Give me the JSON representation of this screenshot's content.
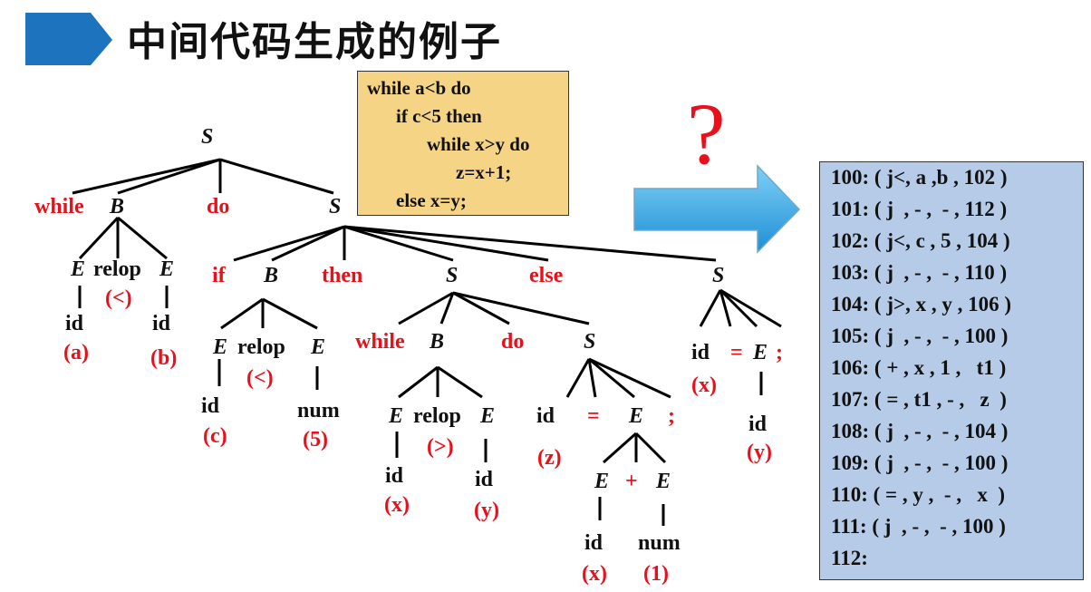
{
  "title": "中间代码生成的例子",
  "code": [
    "while a<b do",
    "if c<5 then",
    "while x>y do",
    "z=x+1;",
    "else x=y;"
  ],
  "question_mark": "?",
  "quadruples": [
    "100: ( j<, a ,b , 102 )",
    "101: ( j  , - ,  - , 112 )",
    "102: ( j<, c , 5 , 104 )",
    "103: ( j  , - ,  - , 110 )",
    "104: ( j>, x , y , 106 )",
    "105: ( j  , - ,  - , 100 )",
    "106: ( + , x , 1 ,   t1 )",
    "107: ( = , t1 , - ,   z  )",
    "108: ( j  , - ,  - , 104 )",
    "109: ( j  , - ,  - , 100 )",
    "110: ( = , y ,  - ,   x  )",
    "111: ( j  , - ,  - , 100 )",
    "112:"
  ],
  "tree": {
    "root": "S",
    "level1": [
      "while",
      "B",
      "do",
      "S"
    ],
    "b1": [
      "E",
      "relop",
      "E",
      "id",
      "(<)",
      "id",
      "(a)",
      "(b)"
    ],
    "s1": [
      "if",
      "B",
      "then",
      "S",
      "else",
      "S"
    ],
    "b2": [
      "E",
      "relop",
      "E",
      "(<)",
      "id",
      "num",
      "(c)",
      "(5)"
    ],
    "s2": [
      "while",
      "B",
      "do",
      "S"
    ],
    "b3": [
      "E",
      "relop",
      "E",
      "(>)",
      "id",
      "id",
      "(x)",
      "(y)"
    ],
    "s3": [
      "id",
      "=",
      "E",
      ";",
      "(z)",
      "E",
      "+",
      "E",
      "id",
      "num",
      "(x)",
      "(1)"
    ],
    "s4": [
      "id",
      "=",
      "E",
      ";",
      "(x)",
      "id",
      "(y)"
    ]
  },
  "colors": {
    "keyword": "#e8101a",
    "black": "#111111",
    "arrow": "#2aa3e8",
    "code_bg": "#f5d485",
    "quad_bg": "#b6cbe8"
  }
}
